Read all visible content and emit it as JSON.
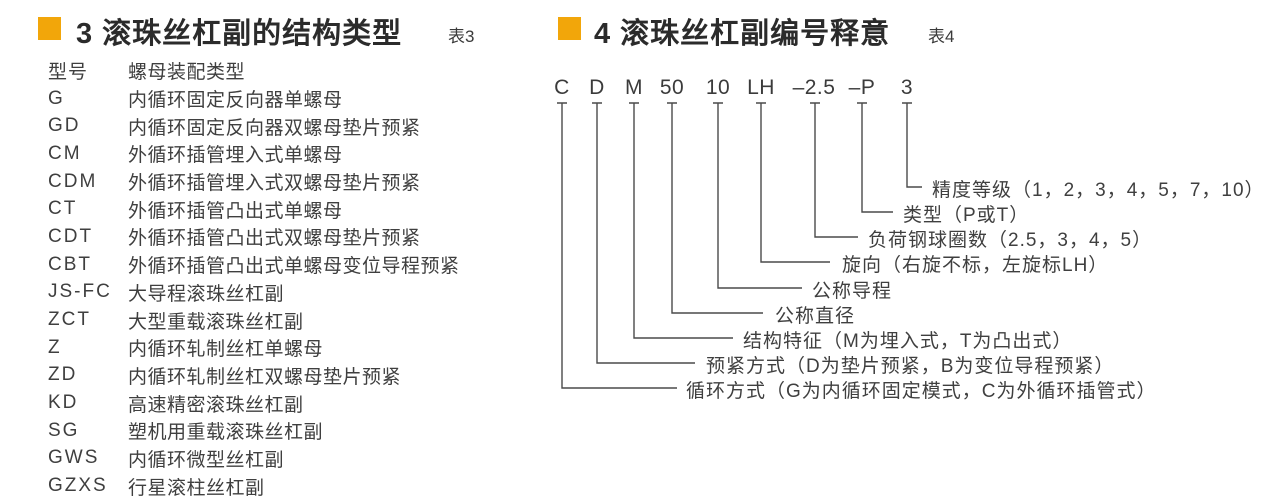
{
  "page": {
    "accent_color": "#f2a60a",
    "background": "#ffffff"
  },
  "section_types": {
    "title": "3 滚珠丝杠副的结构类型",
    "table_tag": "表3",
    "table": {
      "header": {
        "code": "型号",
        "desc": "螺母装配类型"
      },
      "rows": [
        {
          "code": "G",
          "desc": "内循环固定反向器单螺母"
        },
        {
          "code": "GD",
          "desc": "内循环固定反向器双螺母垫片预紧"
        },
        {
          "code": "CM",
          "desc": "外循环插管埋入式单螺母"
        },
        {
          "code": "CDM",
          "desc": "外循环插管埋入式双螺母垫片预紧"
        },
        {
          "code": "CT",
          "desc": "外循环插管凸出式单螺母"
        },
        {
          "code": "CDT",
          "desc": "外循环插管凸出式双螺母垫片预紧"
        },
        {
          "code": "CBT",
          "desc": "外循环插管凸出式单螺母变位导程预紧"
        },
        {
          "code": "JS-FC",
          "desc": "大导程滚珠丝杠副"
        },
        {
          "code": "ZCT",
          "desc": "大型重载滚珠丝杠副"
        },
        {
          "code": "Z",
          "desc": "内循环轧制丝杠单螺母"
        },
        {
          "code": "ZD",
          "desc": "内循环轧制丝杠双螺母垫片预紧"
        },
        {
          "code": "KD",
          "desc": "高速精密滚珠丝杠副"
        },
        {
          "code": "SG",
          "desc": "塑机用重载滚珠丝杠副"
        },
        {
          "code": "GWS",
          "desc": "内循环微型丝杠副"
        },
        {
          "code": "GZXS",
          "desc": "行星滚柱丝杠副"
        }
      ]
    }
  },
  "section_numbering": {
    "title": "4 滚珠丝杠副编号释意",
    "table_tag": "表4",
    "code_tokens": [
      "C",
      "D",
      "M",
      "50",
      "10",
      "LH",
      "–2.5",
      "–P",
      "3"
    ],
    "legend": [
      {
        "token": "C",
        "label": "循环方式（G为内循环固定模式，C为外循环插管式）"
      },
      {
        "token": "D",
        "label": "预紧方式（D为垫片预紧，B为变位导程预紧）"
      },
      {
        "token": "M",
        "label": "结构特征（M为埋入式，T为凸出式）"
      },
      {
        "token": "50",
        "label": "公称直径"
      },
      {
        "token": "10",
        "label": "公称导程"
      },
      {
        "token": "LH",
        "label": "旋向（右旋不标，左旋标LH）"
      },
      {
        "token": "–2.5",
        "label": "负荷钢球圈数（2.5，3，4，5）"
      },
      {
        "token": "–P",
        "label": "类型（P或T）"
      },
      {
        "token": "3",
        "label": "精度等级（1，2，3，4，5，7，10）"
      }
    ]
  }
}
